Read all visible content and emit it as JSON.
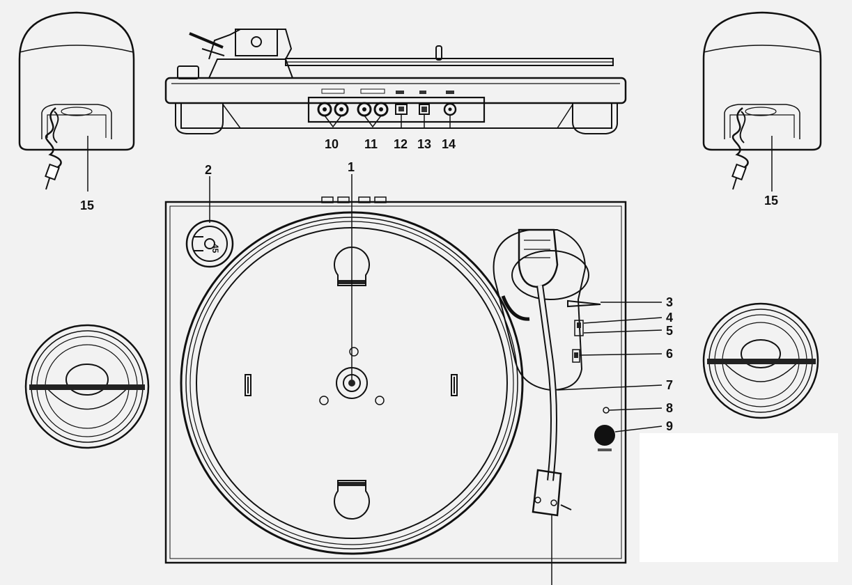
{
  "diagram": {
    "callouts": {
      "c1": "1",
      "c2": "2",
      "c3": "3",
      "c4": "4",
      "c5": "5",
      "c6": "6",
      "c7": "7",
      "c8": "8",
      "c9": "9",
      "c10": "10",
      "c11": "11",
      "c12": "12",
      "c13": "13",
      "c14": "14",
      "c15_left": "15",
      "c15_right": "15"
    },
    "speed_adapter_label": "45",
    "colors": {
      "background": "#f2f2f2",
      "line": "#111111",
      "knob": "#111111"
    }
  }
}
